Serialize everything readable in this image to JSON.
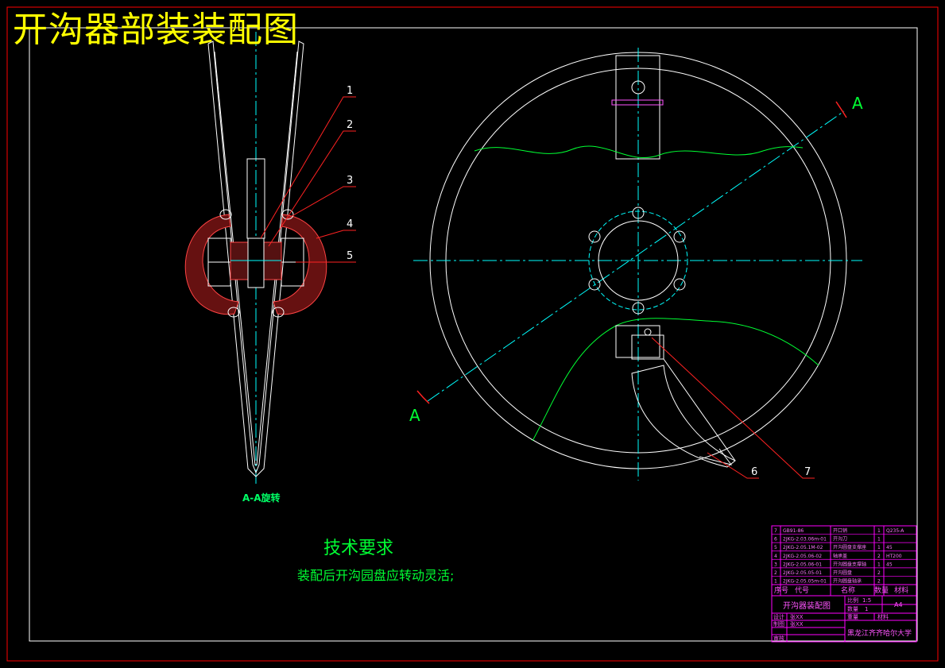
{
  "title": "开沟器部装装配图",
  "section_label": "A-A旋转",
  "section_marks": {
    "upper": "A",
    "lower": "A"
  },
  "callouts": [
    "1",
    "2",
    "3",
    "4",
    "5",
    "6",
    "7"
  ],
  "tech_requirements": {
    "heading": "技术要求",
    "lines": [
      "装配后开沟园盘应转动灵活;"
    ]
  },
  "parts_table": {
    "rows": [
      {
        "no": "7",
        "code": "GB91-86",
        "name": "开口销",
        "qty": "1",
        "material": "Q235-A"
      },
      {
        "no": "6",
        "code": "2JKG-2.03.06m-01",
        "name": "开沟刀",
        "qty": "1",
        "material": ""
      },
      {
        "no": "5",
        "code": "2JKG-2.05.1M-02",
        "name": "开沟圆盘支撑座",
        "qty": "1",
        "material": "45"
      },
      {
        "no": "4",
        "code": "2JKG-2.05.06-02",
        "name": "轴承盖",
        "qty": "2",
        "material": "HT200"
      },
      {
        "no": "3",
        "code": "2JKG-2.05.06-01",
        "name": "开沟圆盘支撑轴",
        "qty": "1",
        "material": "45"
      },
      {
        "no": "2",
        "code": "2JKG-2.05.05-01",
        "name": "开沟圆盘",
        "qty": "2",
        "material": ""
      },
      {
        "no": "1",
        "code": "2JKG-2.05.05m-01",
        "name": "开沟圆盘轴承",
        "qty": "2",
        "material": ""
      }
    ],
    "header": [
      "序号",
      "代号",
      "名称",
      "数量",
      "材料"
    ]
  },
  "title_block": {
    "drawing_name": "开沟器装配图",
    "scale_label": "比例",
    "scale_value": "1:5",
    "count_label": "数量",
    "count_value": "1",
    "sheet": "A4",
    "weight_label": "重量",
    "material_label": "材料",
    "designer_label": "设计",
    "designer_name": "张XX",
    "drafter_label": "制图",
    "drafter_name": "张XX",
    "reviewer_label": "审核",
    "school": "黑龙江齐齐哈尔大学"
  },
  "colors": {
    "background": "#000000",
    "frame": "#ff0000",
    "outline": "#ffffff",
    "centerline": "#00ffff",
    "leader": "#ff0000",
    "hatch": "#ff4444",
    "text_green": "#00ff33",
    "title": "#ffff00",
    "table": "#ff00ff"
  }
}
